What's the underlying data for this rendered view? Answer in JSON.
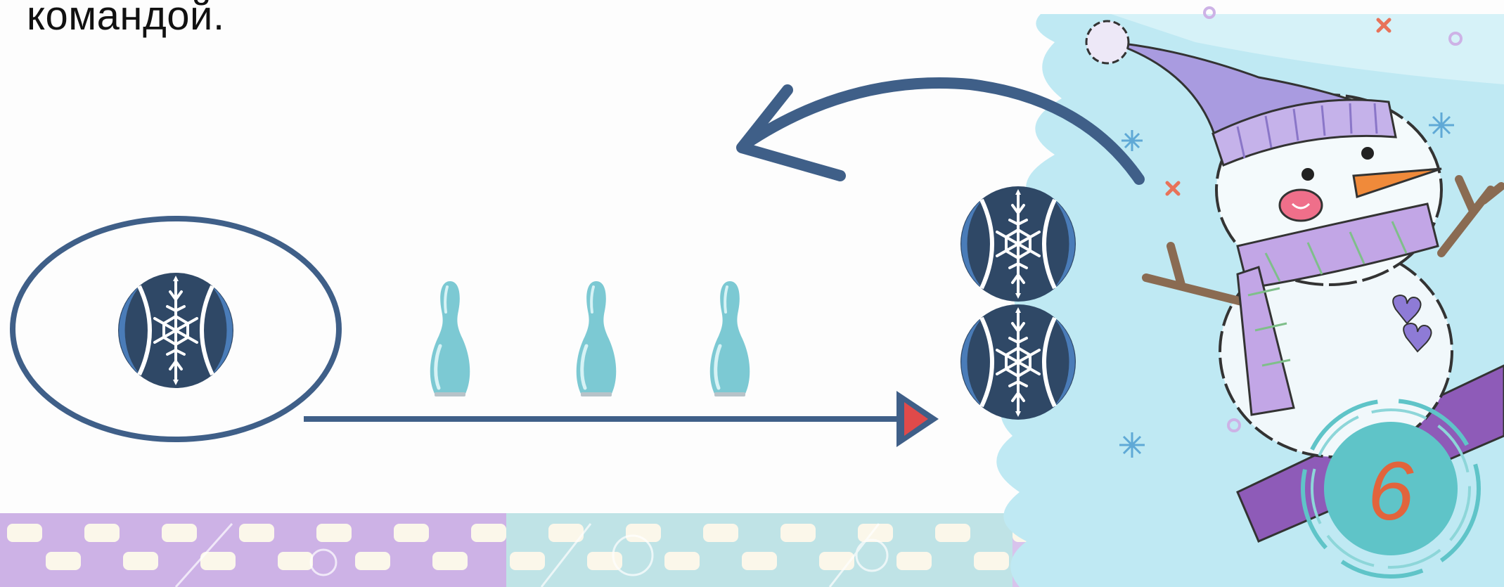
{
  "slide": {
    "caption": "командой.",
    "page_number": "6"
  },
  "colors": {
    "navy": "#3f5f88",
    "ball_dark": "#2f4866",
    "ball_light": "#4a7cb8",
    "pin": "#7cc9d3",
    "arrow_head": "#e04a4a",
    "border_purple": "#cdb2e6",
    "border_teal": "#bfe3e6",
    "cloud": "#bfe9f3",
    "hat": "#a99be0",
    "scarf": "#c2a6e6",
    "board": "#8e5bb8",
    "badge": "#5fc4c8",
    "number": "#e2643c"
  },
  "icons": {
    "ball": "snowflake-ball-icon",
    "pin": "bowling-pin-icon",
    "snowman": "snowman-illustration",
    "curved_arrow": "curved-return-arrow-icon",
    "straight_arrow": "straight-right-arrow-icon"
  }
}
